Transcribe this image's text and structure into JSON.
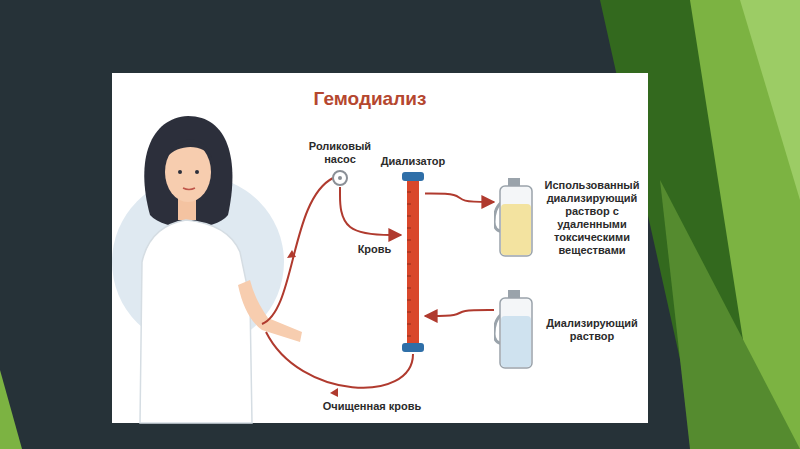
{
  "diagram": {
    "title": "Гемодиализ",
    "nodes": [
      {
        "text": [
          "Роликовый насос"
        ]
      },
      {
        "text": [
          "Диализатор"
        ]
      },
      {
        "text": [
          "Использованный диализирующий раствор с удаленными токсическими веществами"
        ]
      },
      {
        "text": [
          "Диализирующий раствор"
        ]
      }
    ],
    "edges": [
      {
        "from": 0,
        "to": 1,
        "arrow": "to",
        "label": "Кровь"
      },
      {
        "from": 1,
        "to": 2,
        "arrow": "to"
      },
      {
        "from": 3,
        "to": 1,
        "arrow": "to"
      }
    ],
    "labels": [
      "Очищенная кровь"
    ]
  }
}
